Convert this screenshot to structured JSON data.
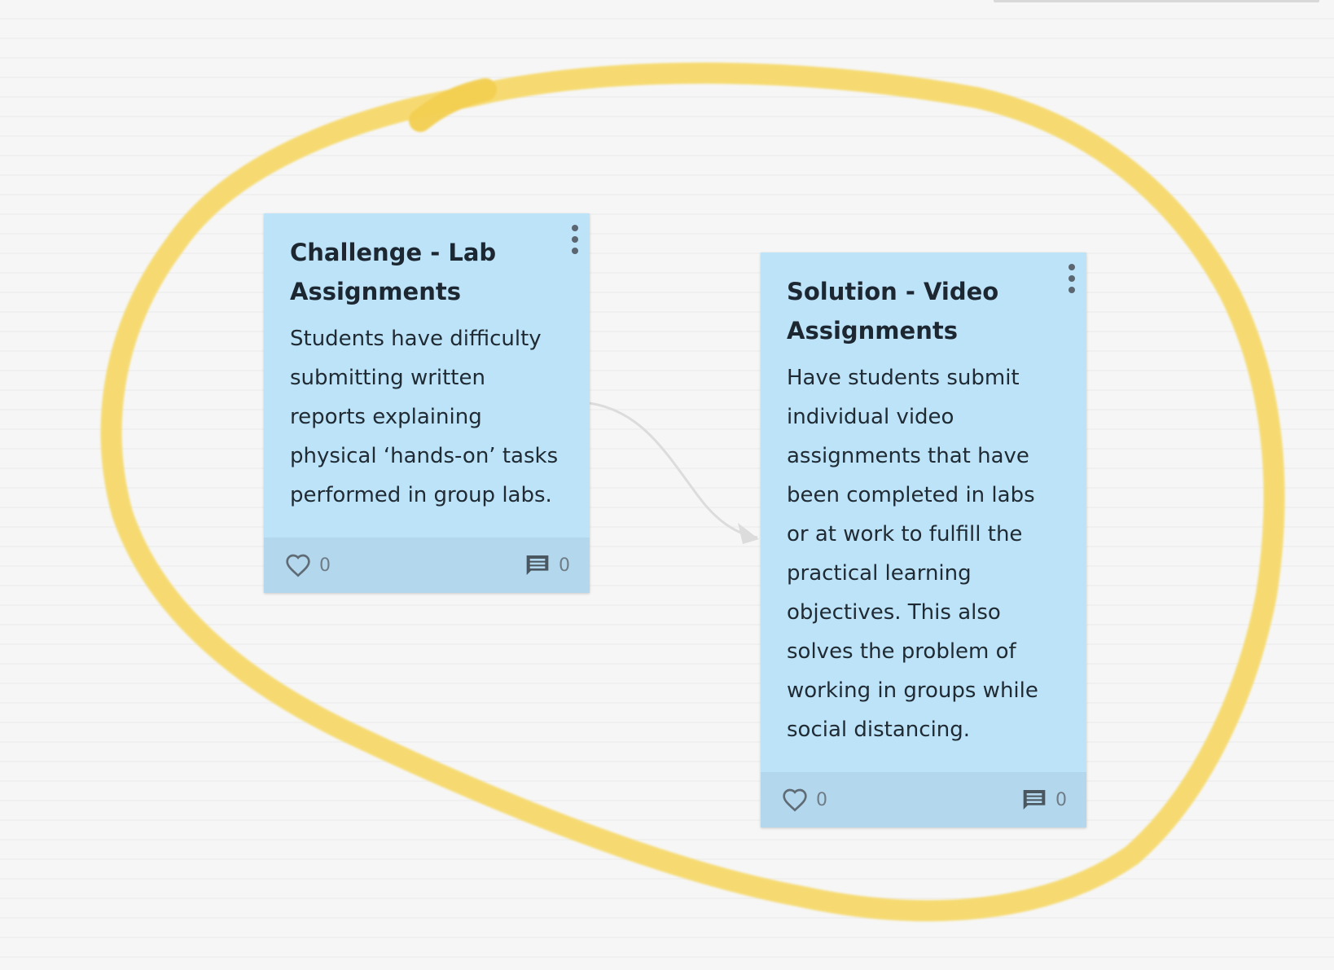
{
  "cards": [
    {
      "title": "Challenge - Lab Assignments",
      "body": "Students have difficulty submitting written reports explaining physical ‘hands-on’ tasks performed in group labs.",
      "likes": "0",
      "comments": "0",
      "color": "#bde3f8"
    },
    {
      "title": "Solution - Video Assignments",
      "body": "Have students submit individual video assignments that have been completed in labs or at work to fulfill the practical learning objectives. This also solves the problem of working in groups while social distancing.",
      "likes": "0",
      "comments": "0",
      "color": "#bde3f8"
    }
  ],
  "annotation_color": "#f6d865",
  "connector_color": "#dcdcdc",
  "icons": [
    "heart-icon",
    "comment-icon",
    "more-vertical-icon"
  ]
}
